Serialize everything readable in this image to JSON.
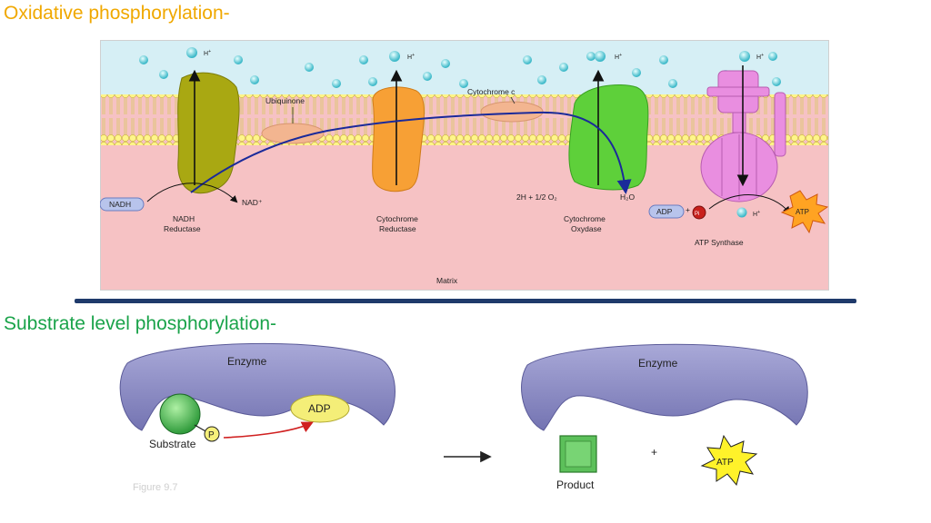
{
  "headings": {
    "oxidative": "Oxidative phosphorylation-",
    "substrate": "Substrate level phosphorylation-"
  },
  "oxidative_diagram": {
    "proton_label": "H⁺",
    "proton_h": "H",
    "proton_plus": "+",
    "ubiquinone": "Ubiquinone",
    "cytochrome_c": "Cytochrome c",
    "nadh": "NADH",
    "nad_plus": "NAD⁺",
    "nadh_reductase": [
      "NADH",
      "Reductase"
    ],
    "cytochrome_reductase": [
      "Cytochrome",
      "Reductase"
    ],
    "cytochrome_oxydase": [
      "Cytochrome",
      "Oxydase"
    ],
    "water_reaction": "2H + 1/2 O₂",
    "water": "H₂O",
    "adp": "ADP",
    "plus": "+",
    "pi_symbol": "Pi",
    "atp": "ATP",
    "atp_synthase": "ATP Synthase",
    "matrix": "Matrix"
  },
  "substrate_diagram": {
    "enzyme_left": "Enzyme",
    "enzyme_right": "Enzyme",
    "adp": "ADP",
    "phosphate": "P",
    "substrate": "Substrate",
    "product": "Product",
    "plus": "+",
    "atp": "ATP",
    "figure_caption": "Figure 9.7"
  },
  "colors": {
    "oxidative_heading": "#f0a800",
    "substrate_heading": "#1aa34a",
    "divider": "#1f3a6b",
    "intermembrane": "#d6eff5",
    "matrix": "#f6c2c4",
    "enzyme": "#8e8ec4"
  }
}
